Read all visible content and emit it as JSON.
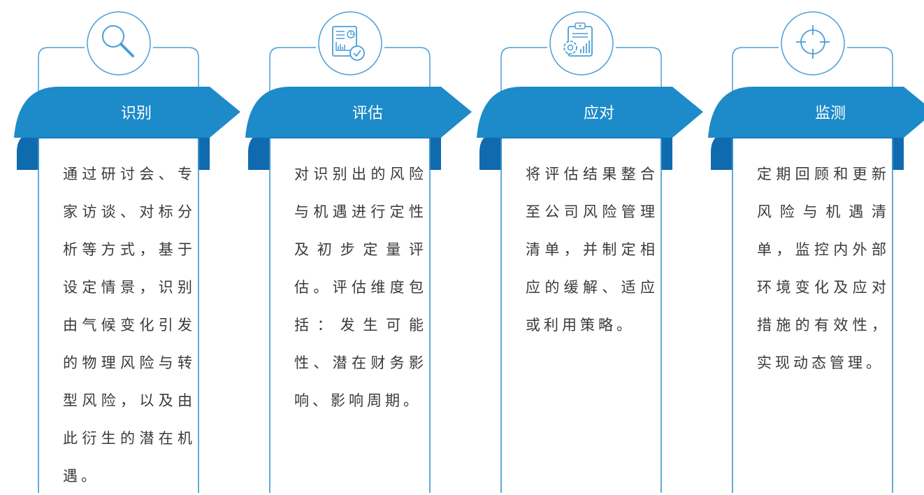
{
  "steps": [
    {
      "title": "识别",
      "icon": "magnifier-icon",
      "body": "通过研讨会、专家访谈、对标分析等方式，基于设定情景，识别由气候变化引发的物理风险与转型风险，以及由此衍生的潜在机遇。"
    },
    {
      "title": "评估",
      "icon": "report-chart-check-icon",
      "body": "对识别出的风险与机遇进行定性及初步定量评估。评估维度包括：发生可能性、潜在财务影响、影响周期。"
    },
    {
      "title": "应对",
      "icon": "clipboard-gear-chart-icon",
      "body": "将评估结果整合至公司风险管理清单，并制定相应的缓解、适应或利用策略。"
    },
    {
      "title": "监测",
      "icon": "crosshair-icon",
      "body": "定期回顾和更新风险与机遇清单，监控内外部环境变化及应对措施的有效性，实现动态管理。"
    }
  ],
  "colors": {
    "banner": "#1d8ac9",
    "banner_fold": "#0f6aae",
    "outline": "#4a9fd6",
    "text": "#3a3a3a"
  }
}
